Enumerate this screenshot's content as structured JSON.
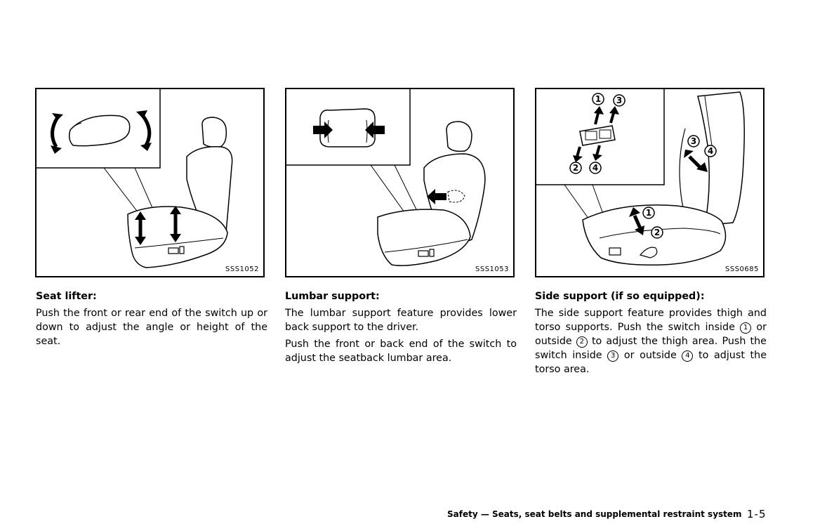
{
  "figures": [
    {
      "code": "SSS1052"
    },
    {
      "code": "SSS1053"
    },
    {
      "code": "SSS0685",
      "labels": {
        "n1": "1",
        "n2": "2",
        "n3": "3",
        "n4": "4"
      }
    }
  ],
  "sections": {
    "seat_lifter": {
      "heading": "Seat lifter:",
      "body": "Push the front or rear end of the switch up or down to adjust the angle or height of the seat."
    },
    "lumbar": {
      "heading": "Lumbar support:",
      "p1": "The lumbar support feature provides lower back support to the driver.",
      "p2": "Push the front or back end of the switch to adjust the seatback lumbar area."
    },
    "side_support": {
      "heading": "Side support (if so equipped):",
      "t1": "The side support feature provides thigh and torso supports. Push the switch inside ",
      "n1": "1",
      "t2": " or outside ",
      "n2": "2",
      "t3": " to adjust the thigh area. Push the switch inside ",
      "n3": "3",
      "t4": " or outside ",
      "n4": "4",
      "t5": " to adjust the torso area."
    }
  },
  "footer": {
    "text": "Safety — Seats, seat belts and supplemental restraint system",
    "page": "1-5"
  }
}
